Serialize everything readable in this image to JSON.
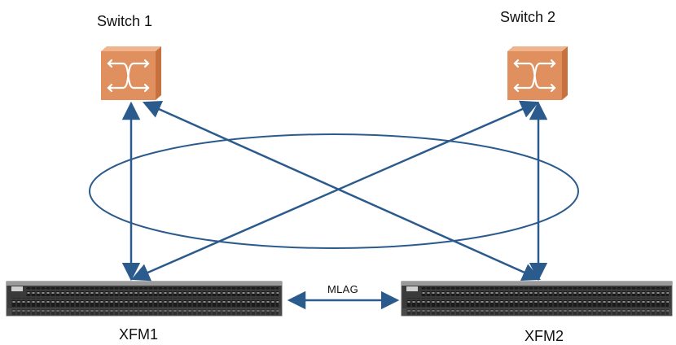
{
  "switches": [
    {
      "label": "Switch 1",
      "icon": "network-switch-icon"
    },
    {
      "label": "Switch 2",
      "icon": "network-switch-icon"
    }
  ],
  "fabric_modules": [
    {
      "label": "XFM1"
    },
    {
      "label": "XFM2"
    }
  ],
  "inter_link_label": "MLAG",
  "colors": {
    "link": "#2b5a8c",
    "switch_face": "#e0905e",
    "switch_side": "#c7713e",
    "switch_top": "#f0b38b",
    "chassis": "#3a3a3a"
  }
}
